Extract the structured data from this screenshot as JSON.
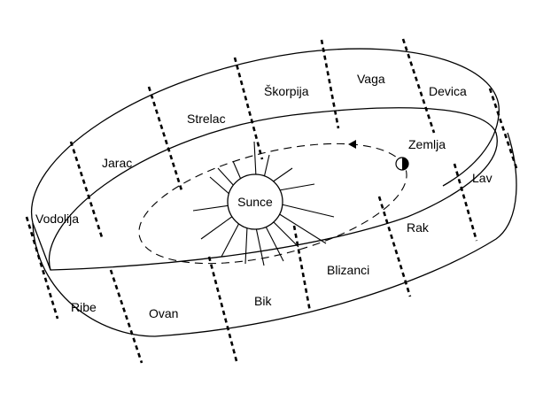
{
  "sun_label": "Sunce",
  "earth_label": "Zemlja",
  "constellations": [
    "Vodolija",
    "Jarac",
    "Strelac",
    "Škorpija",
    "Vaga",
    "Devica",
    "Lav",
    "Rak",
    "Blizanci",
    "Bik",
    "Ovan",
    "Ribe"
  ]
}
